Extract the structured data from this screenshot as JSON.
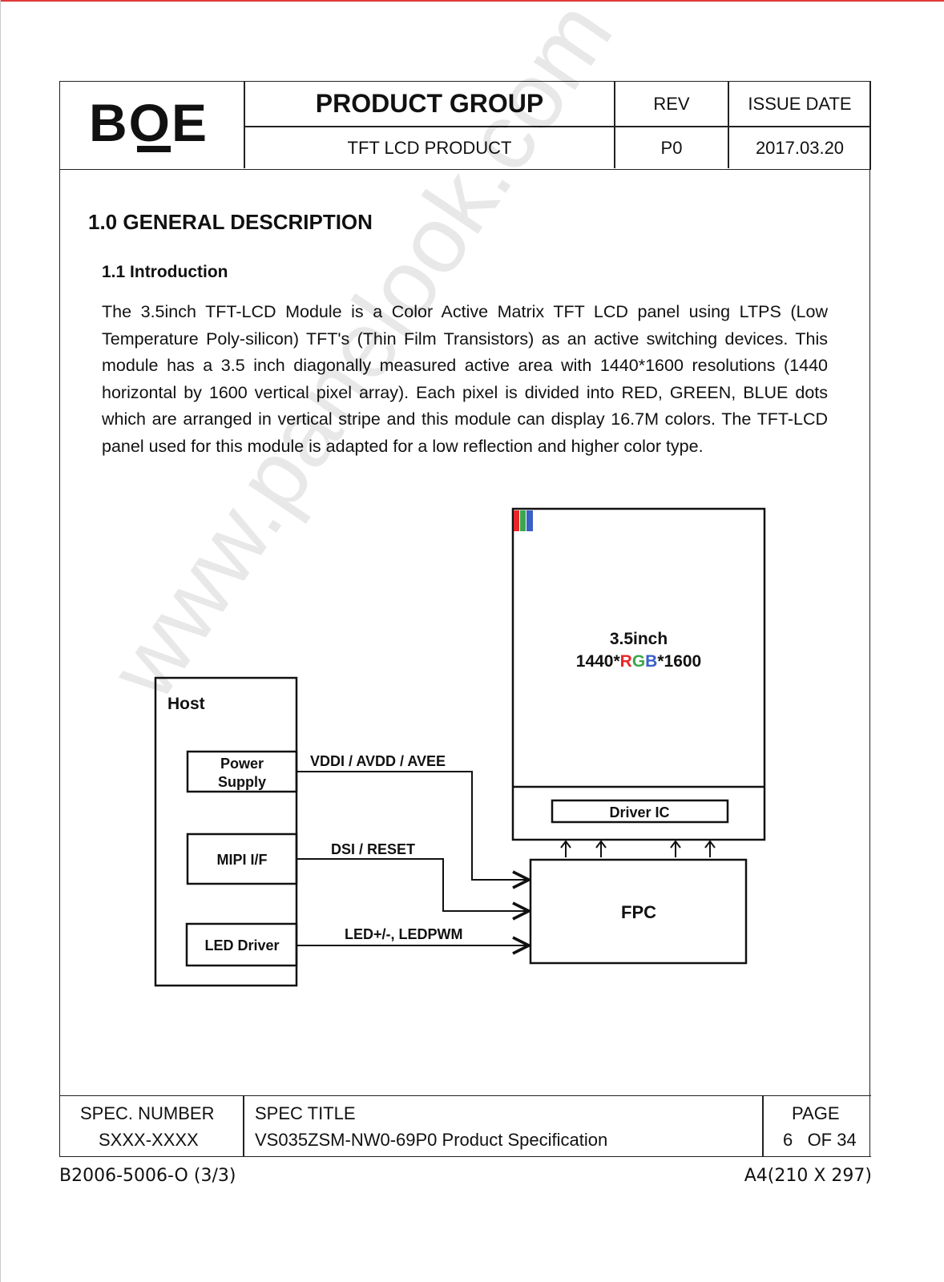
{
  "header": {
    "logo_text": "BOE",
    "product_group_label": "PRODUCT GROUP",
    "rev_label": "REV",
    "issue_date_label": "ISSUE DATE",
    "product_value": "TFT LCD PRODUCT",
    "rev_value": "P0",
    "issue_date_value": "2017.03.20"
  },
  "body": {
    "section_title": "1.0 GENERAL DESCRIPTION",
    "subsection_title": "1.1 Introduction",
    "paragraph": "The 3.5inch TFT-LCD Module is a Color Active Matrix TFT LCD panel using LTPS (Low Temperature Poly-silicon) TFT's (Thin Film Transistors) as an active switching devices. This module has a 3.5 inch diagonally measured active area with 1440*1600 resolutions (1440 horizontal by 1600 vertical pixel array). Each pixel is divided into RED, GREEN, BLUE dots which are arranged in vertical stripe and this module can display 16.7M colors. The TFT-LCD panel used for this module is adapted for a low reflection and higher color type."
  },
  "diagram": {
    "panel_size": "3.5inch",
    "res_prefix": "1440*",
    "res_r": "R",
    "res_g": "G",
    "res_b": "B",
    "res_suffix": "*1600",
    "driver_ic": "Driver IC",
    "fpc": "FPC",
    "host": "Host",
    "power_line1": "Power",
    "power_line2": "Supply",
    "mipi": "MIPI I/F",
    "led_driver": "LED Driver",
    "signal_power": "VDDI / AVDD / AVEE",
    "signal_dsi": "DSI / RESET",
    "signal_led": "LED+/-, LEDPWM",
    "colors": {
      "red": "#e8262a",
      "green": "#3aa84a",
      "blue": "#3a5fc8"
    }
  },
  "watermark": "www.panelook.com",
  "footer": {
    "spec_number_label": "SPEC. NUMBER",
    "spec_number_value": "SXXX-XXXX",
    "spec_title_label": "SPEC TITLE",
    "spec_title_value": "VS035ZSM-NW0-69P0 Product Specification",
    "page_label": "PAGE",
    "page_value": "6   OF 34",
    "form_code": "B2006-5006-O (3/3)",
    "paper_size": "A4(210 X 297)"
  }
}
